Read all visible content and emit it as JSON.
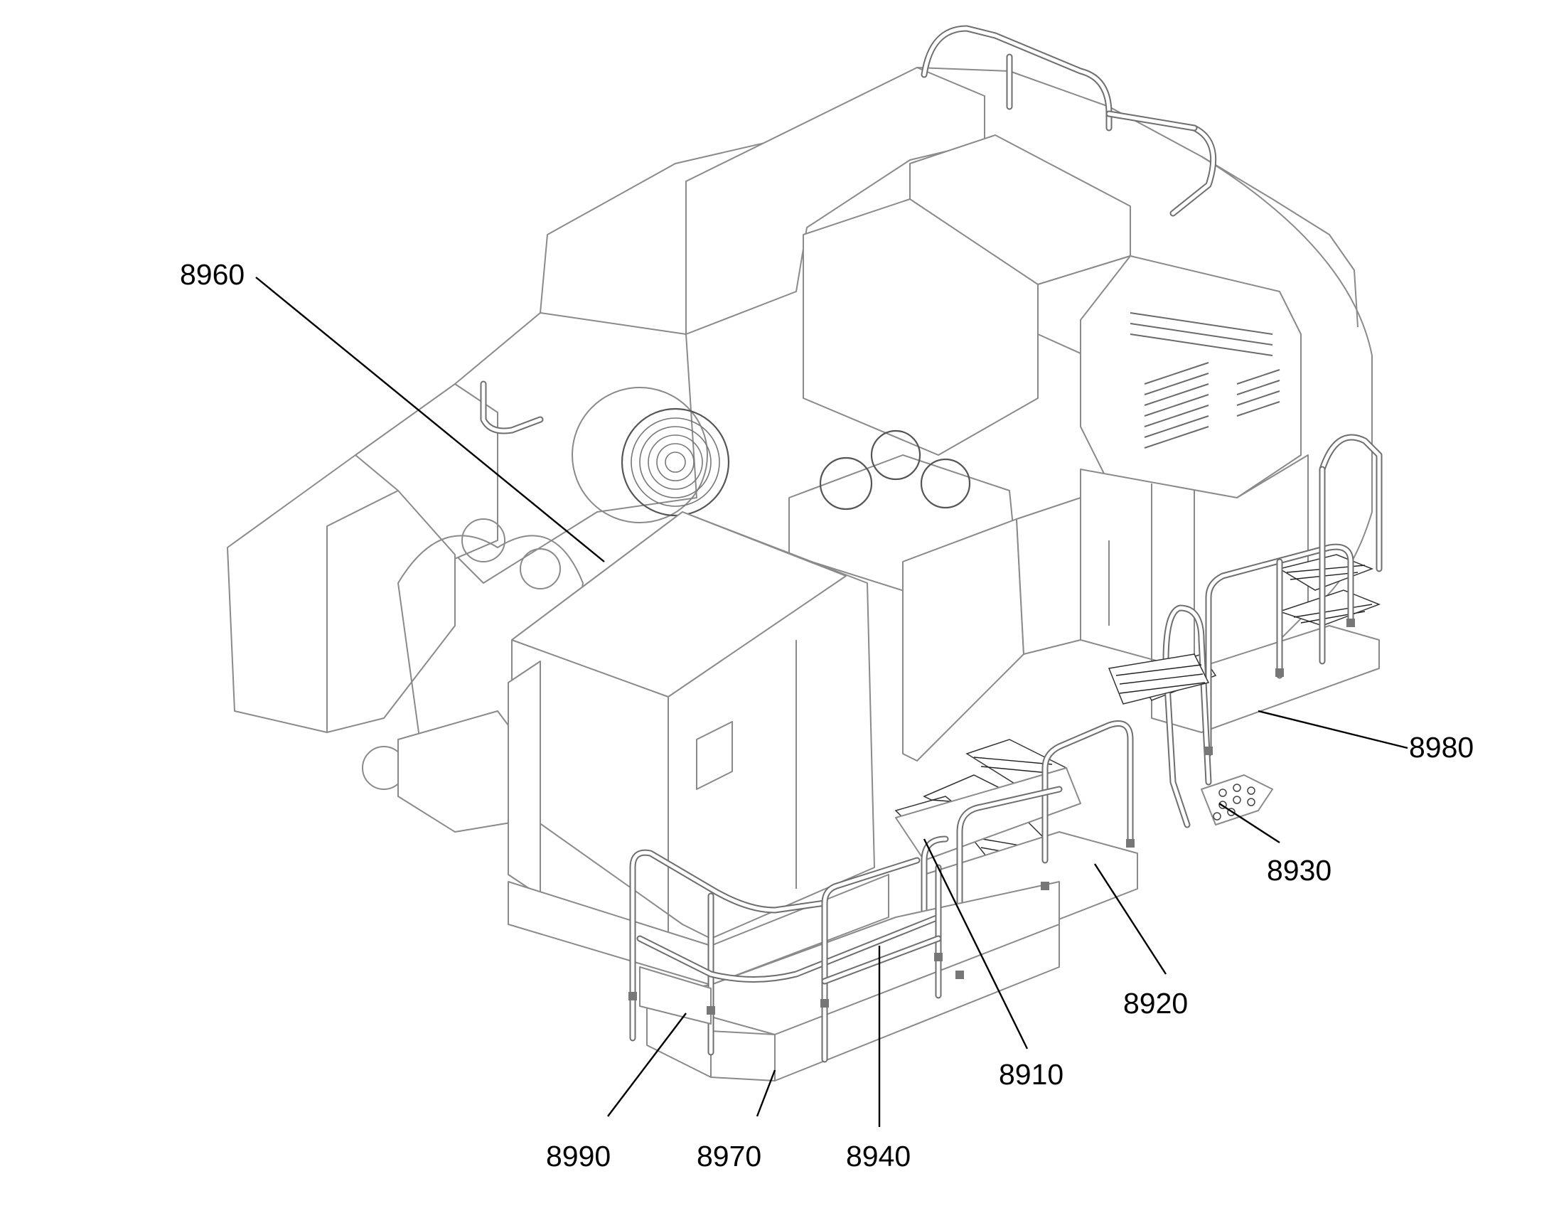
{
  "callouts": [
    {
      "id": "c8960",
      "label": "8960"
    },
    {
      "id": "c8980",
      "label": "8980"
    },
    {
      "id": "c8930",
      "label": "8930"
    },
    {
      "id": "c8920",
      "label": "8920"
    },
    {
      "id": "c8910",
      "label": "8910"
    },
    {
      "id": "c8940",
      "label": "8940"
    },
    {
      "id": "c8970",
      "label": "8970"
    },
    {
      "id": "c8990",
      "label": "8990"
    }
  ],
  "colors": {
    "line": "#8a8a8a",
    "leader": "#000000",
    "grate": "#222222"
  }
}
